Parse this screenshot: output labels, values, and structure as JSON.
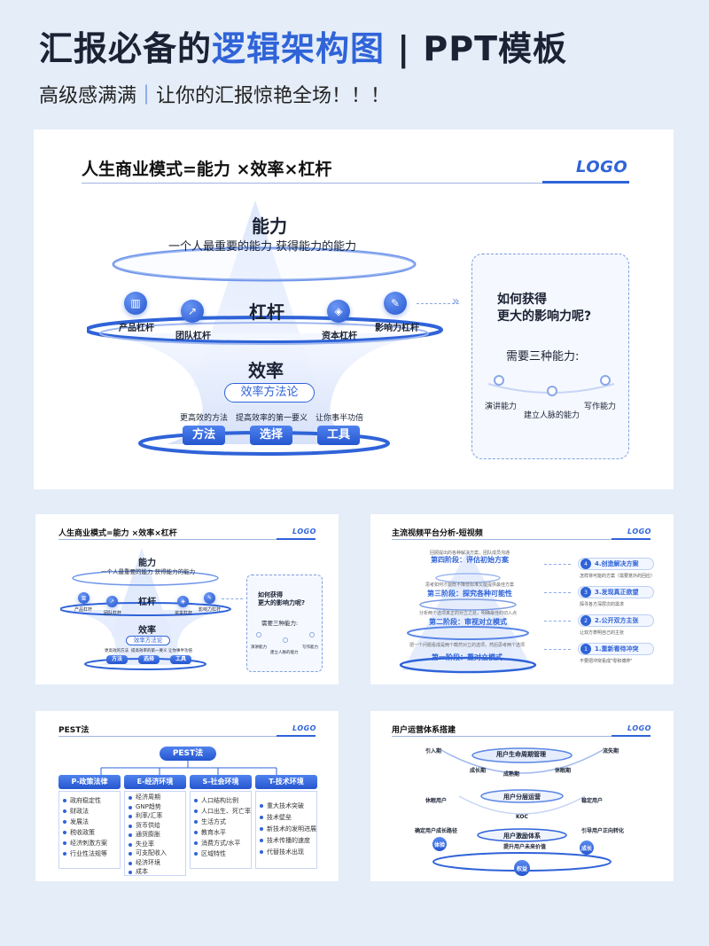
{
  "header": {
    "title_part1": "汇报必备的",
    "title_highlight": "逻辑架构图",
    "title_part2": " | PPT模板",
    "subtitle_part1": "高级感满满",
    "subtitle_sep": "｜",
    "subtitle_part2": "让你的汇报惊艳全场！！！"
  },
  "main_slide": {
    "title": "人生商业模式=能力 ×效率×杠杆",
    "logo": "LOGO",
    "ability": "能力",
    "ability_desc": "一个人最重要的能力 获得能力的能力",
    "leverage": "杠杆",
    "leverage_items": [
      "产品杠杆",
      "团队杠杆",
      "资本杠杆",
      "影响力杠杆"
    ],
    "efficiency": "效率",
    "efficiency_method": "效率方法论",
    "efficiency_descs": [
      "更高效的方法",
      "提高效率的第一要义",
      "让你事半功倍"
    ],
    "efficiency_buttons": [
      "方法",
      "选择",
      "工具"
    ],
    "question": "如何获得\n更大的影响力呢?",
    "need": "需要三种能力:",
    "three_abilities": [
      "演讲能力",
      "建立人脉的能力",
      "写作能力"
    ]
  },
  "slide2": {
    "title": "人生商业模式=能力 ×效率×杠杆",
    "logo": "LOGO",
    "ability": "能力",
    "ability_desc": "一个人最重要的能力 获得能力的能力",
    "leverage": "杠杆",
    "leverage_items": [
      "产品杠杆",
      "团队杠杆",
      "资本杠杆",
      "影响力杠杆"
    ],
    "efficiency": "效率",
    "efficiency_method": "效率方法论",
    "efficiency_descs": [
      "更高效的方法",
      "提高效率的第一要义",
      "让你事半功倍"
    ],
    "efficiency_buttons": [
      "方法",
      "选择",
      "工具"
    ],
    "question": "如何获得\n更大的影响力呢?",
    "need": "需要三种能力:",
    "three_abilities": [
      "演讲能力",
      "建立人脉的能力",
      "写作能力"
    ]
  },
  "slide3": {
    "title": "主流视频平台分析-短视频",
    "logo": "LOGO",
    "stages": [
      {
        "name": "第四阶段：评估初始方案",
        "desc": "回顾提出的各种解决方案，团队成员沟通"
      },
      {
        "name": "第三阶段：探究各种可能性",
        "desc": "思考如何才能既不降低标准又能提供最佳方案"
      },
      {
        "name": "第二阶段：审视对立模式",
        "desc": "分析两个选项真正的对立之处，明确最佳的切入点"
      },
      {
        "name": "第一阶段：重对立模式",
        "desc": "把一个问题看成是两个截然对立的选项，然后思考两个选项"
      }
    ],
    "right_items": [
      {
        "num": "4",
        "label": "4.创造解决方案",
        "desc": "怎样将可能的方案（需要意外的回应）"
      },
      {
        "num": "3",
        "label": "3.发现真正欲望",
        "desc": "探寻各方深层次的需求"
      },
      {
        "num": "2",
        "label": "2.公开双方主张",
        "desc": "让双方表明自己的主张"
      },
      {
        "num": "1",
        "label": "1.重新看待冲突",
        "desc": "不要把冲突看成\"零和博弈\""
      }
    ]
  },
  "slide4": {
    "title": "PEST法",
    "logo": "LOGO",
    "center": "PEST法",
    "columns": [
      {
        "head": "P-政策法律",
        "items": [
          "政府稳定性",
          "财政法",
          "发展法",
          "税收政策",
          "经济刺激方案",
          "行业性法规等"
        ]
      },
      {
        "head": "E-经济环境",
        "items": [
          "经济周期",
          "GNP趋势",
          "利率/汇率",
          "货币供给",
          "通货膨胀",
          "失业率",
          "可支配收入",
          "经济环境",
          "成本"
        ]
      },
      {
        "head": "S-社会环境",
        "items": [
          "人口结构比例",
          "人口出生、死亡率",
          "生活方式",
          "教育水平",
          "消费方式/水平",
          "区域特性"
        ]
      },
      {
        "head": "T-技术环境",
        "items": [
          "重大技术突破",
          "技术壁垒",
          "新技术的发明进展",
          "技术传播的速度",
          "代替技术出现"
        ]
      }
    ]
  },
  "slide5": {
    "title": "用户运营体系搭建",
    "logo": "LOGO",
    "lifecycle": "用户生命周期管理",
    "phases": [
      "引入期",
      "成长期",
      "成熟期",
      "休眠期",
      "流失期"
    ],
    "layering": "用户分层运营",
    "left_mid": "休眠用户",
    "right_mid": "稳定用户",
    "koc": "KOC",
    "incentive": "用户激励体系",
    "value": "提升用户未来价值",
    "left_bottom": "确定用户成长路径",
    "right_bottom": "引导用户正向转化",
    "c_left": "体验",
    "c_center": "权益",
    "c_right": "成长"
  }
}
